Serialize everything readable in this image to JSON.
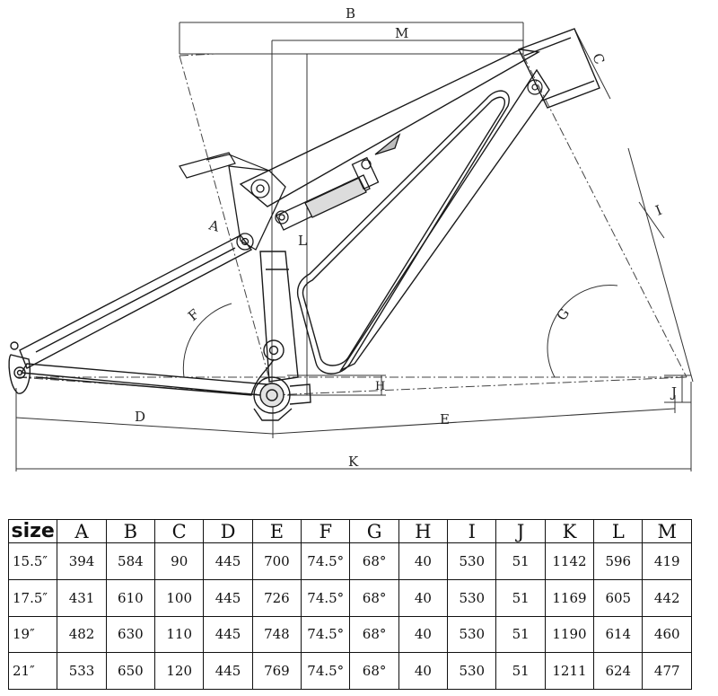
{
  "diagram": {
    "dimension_labels": [
      "B",
      "M",
      "C",
      "I",
      "A",
      "L",
      "F",
      "G",
      "H",
      "J",
      "D",
      "E",
      "K"
    ]
  },
  "table": {
    "columns": [
      "size",
      "A",
      "B",
      "C",
      "D",
      "E",
      "F",
      "G",
      "H",
      "I",
      "J",
      "K",
      "L",
      "M"
    ],
    "rows": [
      [
        "15.5″",
        "394",
        "584",
        "90",
        "445",
        "700",
        "74.5°",
        "68°",
        "40",
        "530",
        "51",
        "1142",
        "596",
        "419"
      ],
      [
        "17.5″",
        "431",
        "610",
        "100",
        "445",
        "726",
        "74.5°",
        "68°",
        "40",
        "530",
        "51",
        "1169",
        "605",
        "442"
      ],
      [
        "19″",
        "482",
        "630",
        "110",
        "445",
        "748",
        "74.5°",
        "68°",
        "40",
        "530",
        "51",
        "1190",
        "614",
        "460"
      ],
      [
        "21″",
        "533",
        "650",
        "120",
        "445",
        "769",
        "74.5°",
        "68°",
        "40",
        "530",
        "51",
        "1211",
        "624",
        "477"
      ]
    ]
  }
}
